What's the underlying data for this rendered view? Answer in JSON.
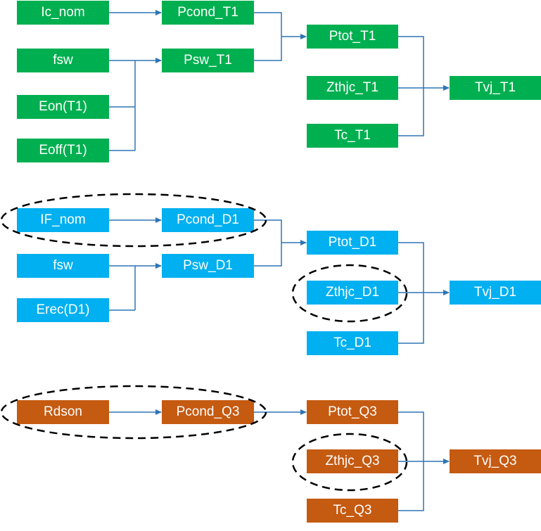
{
  "colors": {
    "thermal_t1": "#00b050",
    "thermal_d1": "#00b0f0",
    "thermal_q3": "#c55a11",
    "connector": "#2e75b6",
    "highlight_ellipse": "#000000"
  },
  "diagram_t1": {
    "ic_nom": "Ic_nom",
    "fsw": "fsw",
    "eon": "Eon(T1)",
    "eoff": "Eoff(T1)",
    "pcond": "Pcond_T1",
    "psw": "Psw_T1",
    "ptot": "Ptot_T1",
    "zthjc": "Zthjc_T1",
    "tc": "Tc_T1",
    "tvj": "Tvj_T1"
  },
  "diagram_d1": {
    "if_nom": "IF_nom",
    "fsw": "fsw",
    "erec": "Erec(D1)",
    "pcond": "Pcond_D1",
    "psw": "Psw_D1",
    "ptot": "Ptot_D1",
    "zthjc": "Zthjc_D1",
    "tc": "Tc_D1",
    "tvj": "Tvj_D1"
  },
  "diagram_q3": {
    "rdson": "Rdson",
    "pcond": "Pcond_Q3",
    "ptot": "Ptot_Q3",
    "zthjc": "Zthjc_Q3",
    "tc": "Tc_Q3",
    "tvj": "Tvj_Q3"
  }
}
